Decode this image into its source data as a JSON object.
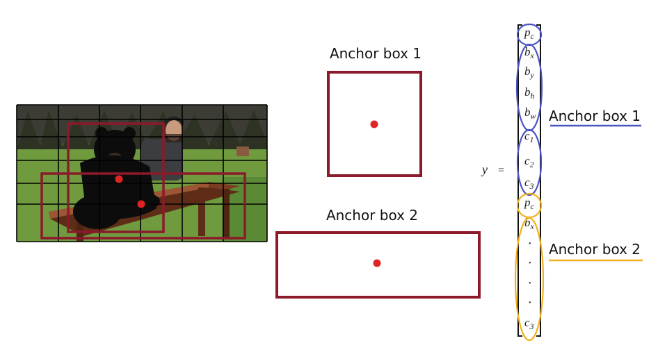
{
  "photo": {
    "description_icon": "bear-and-person-at-picnic-table-image"
  },
  "anchor_boxes": {
    "box1_title": "Anchor box 1",
    "box2_title": "Anchor box 2"
  },
  "vector": {
    "y_symbol": "y",
    "equals": "=",
    "elements": [
      {
        "base": "p",
        "sub": "c"
      },
      {
        "base": "b",
        "sub": "x"
      },
      {
        "base": "b",
        "sub": "y"
      },
      {
        "base": "b",
        "sub": "h"
      },
      {
        "base": "b",
        "sub": "w"
      },
      {
        "base": "c",
        "sub": "1"
      },
      {
        "base": "c",
        "sub": "2"
      },
      {
        "base": "c",
        "sub": "3"
      },
      {
        "base": "p",
        "sub": "c"
      },
      {
        "base": "b",
        "sub": "x"
      },
      {
        "base": "·",
        "sub": ""
      },
      {
        "base": "·",
        "sub": ""
      },
      {
        "base": "·",
        "sub": ""
      },
      {
        "base": "·",
        "sub": ""
      },
      {
        "base": "c",
        "sub": "3"
      }
    ],
    "legend1": "Anchor box 1",
    "legend2": "Anchor box 2"
  },
  "colors": {
    "box": "#8b1a2b",
    "dot": "#e02424",
    "grid": "#000000",
    "anchor1_ring": "#4a55c4",
    "anchor2_ring": "#f2b11c"
  }
}
